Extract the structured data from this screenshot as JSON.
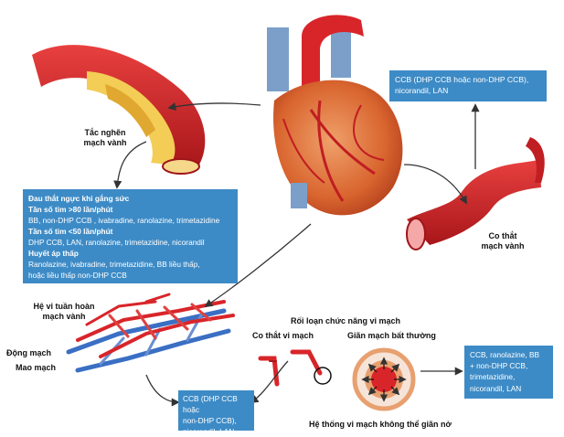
{
  "colors": {
    "box": "#3d8bc6",
    "artery": "#d8252a",
    "artery_dark": "#9e1519",
    "plaque": "#f3cd55",
    "vein": "#3a6fc4",
    "arrow": "#333333"
  },
  "labels": {
    "blockage": [
      "Tắc nghẽn",
      "mạch vành"
    ],
    "spasm": [
      "Co thắt",
      "mạch vành"
    ],
    "microcirc": [
      "Hệ vi tuần hoàn",
      "mạch vành"
    ],
    "artery": "Động mạch",
    "capillary": "Mao mạch",
    "dysfunction": "Rối loạn chức năng vi mạch",
    "micro_spasm": "Co thắt vi mạch",
    "abnormal_dilation": "Giãn mạch bất thường",
    "no_dilation": "Hệ thống vi mạch không thể giãn nở"
  },
  "boxes": {
    "spasm_treat": [
      "CCB (DHP CCB hoặc non-DHP CCB),",
      "nicorandil, LAN"
    ],
    "angina": [
      {
        "text": "Đau thắt ngực khi gắng sức",
        "bold": true
      },
      {
        "text": "Tần số tim >80 lần/phút",
        "bold": true
      },
      {
        "text": "BB, non-DHP CCB , ivabradine, ranolazine, trimetazidine",
        "bold": false
      },
      {
        "text": "Tần số tim <50 lần/phút",
        "bold": true
      },
      {
        "text": "DHP CCB, LAN, ranolazine, trimetazidine, nicorandil",
        "bold": false
      },
      {
        "text": "Huyết áp thấp",
        "bold": true
      },
      {
        "text": "Ranolazine, ivabradine, trimetazidine, BB liều thấp,",
        "bold": false
      },
      {
        "text": "hoặc liều thấp non-DHP CCB",
        "bold": false
      }
    ],
    "micro_spasm_treat": [
      "CCB (DHP CCB hoặc",
      "non-DHP CCB),",
      "nicorandil, LAN"
    ],
    "dilation_treat": [
      "CCB, ranolazine, BB",
      "+ non-DHP CCB,",
      "trimetazidine,",
      "nicorandil, LAN"
    ]
  }
}
